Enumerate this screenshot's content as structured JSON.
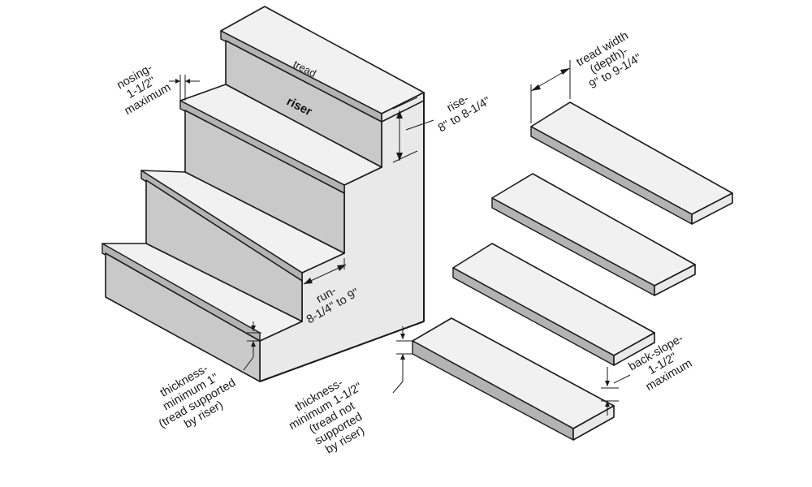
{
  "labels": {
    "tread": "tread",
    "riser": "riser",
    "nosing_1": "nosing-",
    "nosing_2": "1-1/2\"",
    "nosing_3": "maximum",
    "rise_1": "rise-",
    "rise_2": "8\" to 8-1/4\"",
    "run_1": "run-",
    "run_2": "8-1/4\" to 9\"",
    "tread_width_1": "tread width",
    "tread_width_2": "(depth)-",
    "tread_width_3": "9\" to 9-1/4\"",
    "thick_supported_1": "thickness-",
    "thick_supported_2": "minimum 1\"",
    "thick_supported_3": "(tread supported",
    "thick_supported_4": "by riser)",
    "thick_unsupported_1": "thickness-",
    "thick_unsupported_2": "minimum 1-1/2\"",
    "thick_unsupported_3": "(tread not",
    "thick_unsupported_4": "supported",
    "thick_unsupported_5": "by riser)",
    "backslope_1": "back-slope-",
    "backslope_2": "1-1/2\"",
    "backslope_3": "maximum"
  },
  "colors": {
    "line": "#1a1a1a",
    "riser_face": "#c9c9c9",
    "tread_top": "#f1f1f1",
    "side_face": "#e9e9e9"
  }
}
